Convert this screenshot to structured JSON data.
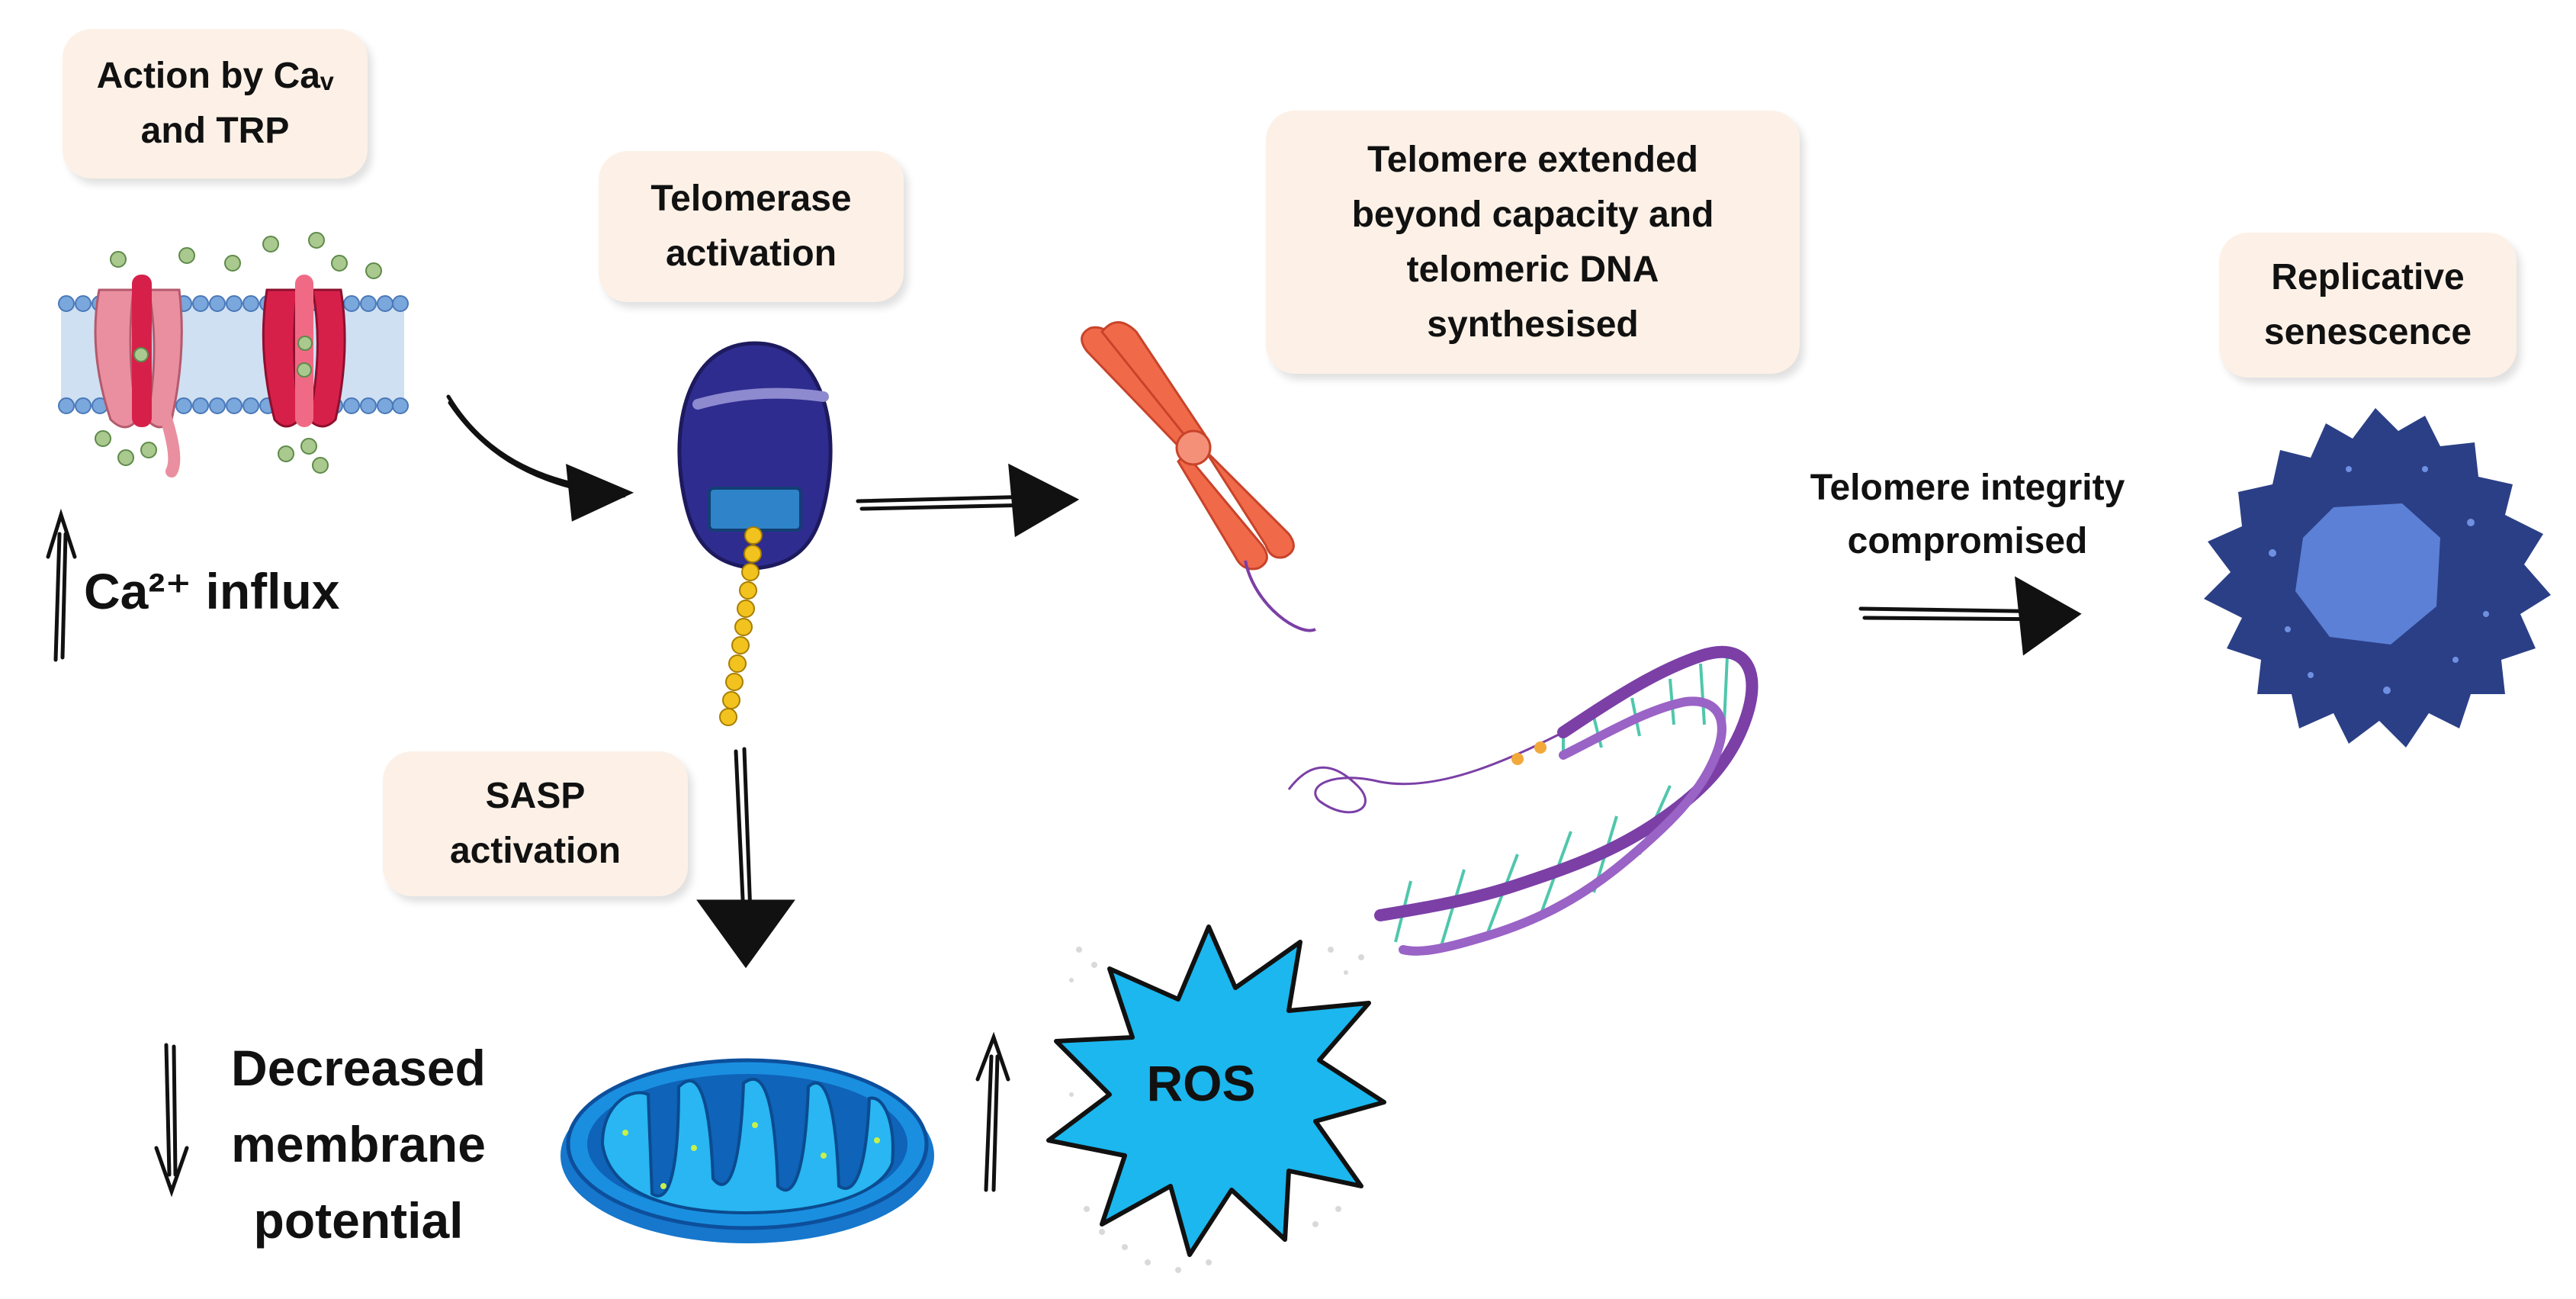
{
  "labels": {
    "action_by": [
      "Action by Caᵥ",
      "and TRP"
    ],
    "telomerase_activation": [
      "Telomerase",
      "activation"
    ],
    "telomere_extended": [
      "Telomere extended",
      "beyond capacity and",
      "telomeric DNA",
      "synthesised"
    ],
    "replicative_senescence": [
      "Replicative",
      "senescence"
    ],
    "telomere_integrity": [
      "Telomere integrity",
      "compromised"
    ],
    "ca_influx": "Ca²⁺ influx",
    "sasp_activation": [
      "SASP",
      "activation"
    ],
    "decreased_membrane_potential": [
      "Decreased",
      "membrane",
      "potential"
    ],
    "ros": "ROS"
  },
  "colors": {
    "label_box_bg": "#fdf1e7",
    "membrane_head": "#7aa7dc",
    "channel_pink": "#e98fa0",
    "channel_red": "#d6204a",
    "ion": "#a9c98f",
    "telomerase_body": "#2f2c8f",
    "telomerase_tail": "#f2c31f",
    "chromosome": "#f06a4a",
    "dna_purple": "#7b3fa6",
    "dna_teal": "#4fc7ac",
    "senescent_cell": "#2b3f86",
    "senescent_nucleus": "#5b80d6",
    "mitochondrion": "#1a8fe0",
    "ros_burst": "#1bb7ee"
  },
  "icons": [
    "ion-channel-membrane-icon",
    "telomerase-icon",
    "chromosome-icon",
    "dna-helix-icon",
    "senescent-cell-icon",
    "mitochondrion-icon",
    "ros-burst-icon",
    "up-arrow-icon",
    "down-arrow-icon",
    "curved-arrow-icon",
    "right-arrow-icon"
  ]
}
